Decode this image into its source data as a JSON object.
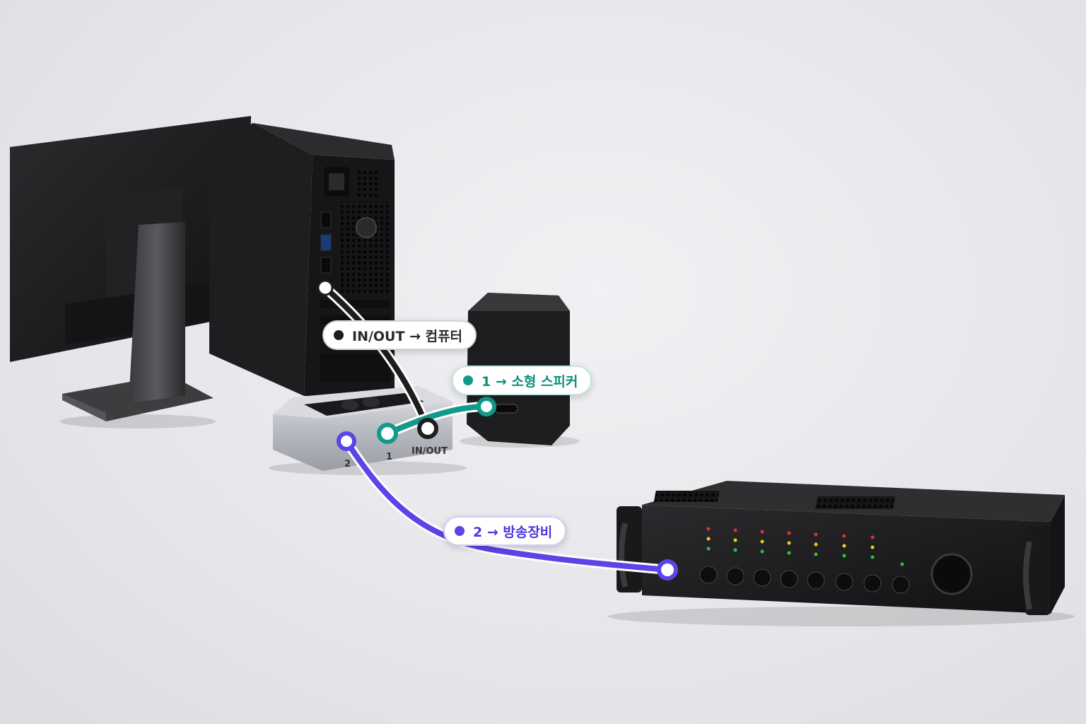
{
  "labels": {
    "inout": {
      "text": "IN/OUT → 컴퓨터",
      "color": "#1e1e1e"
    },
    "speaker": {
      "text": "1 → 소형 스피커",
      "color": "#11998a"
    },
    "broadcast": {
      "text": "2 → 방송장비",
      "color": "#5a45e6"
    }
  },
  "switch_ports": {
    "port_2": "2",
    "port_1": "1",
    "port_inout": "IN/OUT"
  },
  "colors": {
    "cable_computer": "#1e1e1e",
    "cable_speaker": "#11998a",
    "cable_broadcast": "#5a45e6",
    "devices": "#1c1c1e",
    "switch_body": "#c9ccd1"
  },
  "icons": [
    "monitor-icon",
    "pc-tower-icon",
    "speaker-icon",
    "audio-switch-icon",
    "mixer-amplifier-icon"
  ]
}
